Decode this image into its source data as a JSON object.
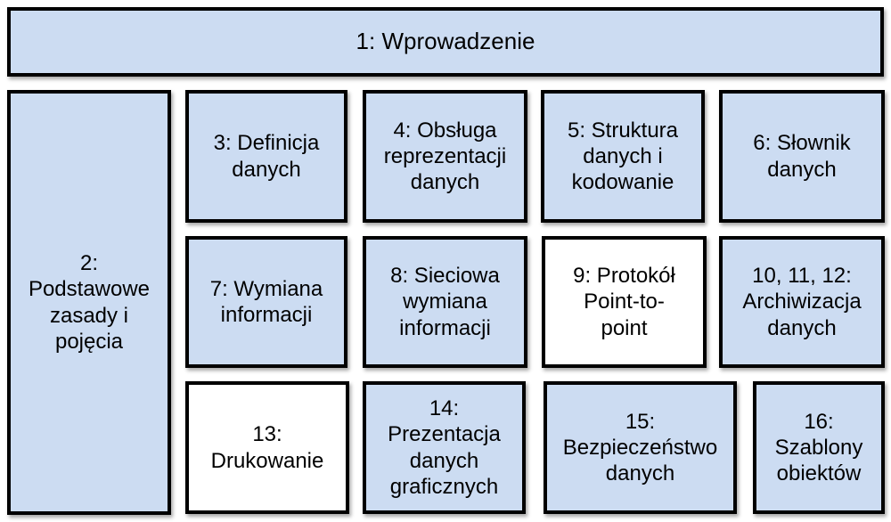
{
  "colors": {
    "box_fill_blue": "#ccdcf2",
    "box_fill_white": "#ffffff",
    "box_border": "#000000",
    "text": "#000000",
    "page_background": "#ffffff"
  },
  "diagram": {
    "boxes": {
      "b1": {
        "label": "1: Wprowadzenie",
        "variant": "blue"
      },
      "b2": {
        "label": "2: Podstawowe zasady i pojęcia",
        "variant": "blue"
      },
      "b3": {
        "label": "3: Definicja danych",
        "variant": "blue"
      },
      "b4": {
        "label": "4: Obsługa reprezentacji danych",
        "variant": "blue"
      },
      "b5": {
        "label": "5: Struktura danych i kodowanie",
        "variant": "blue"
      },
      "b6": {
        "label": "6: Słownik danych",
        "variant": "blue"
      },
      "b7": {
        "label": "7: Wymiana informacji",
        "variant": "blue"
      },
      "b8": {
        "label": "8: Sieciowa wymiana informacji",
        "variant": "blue"
      },
      "b9": {
        "label": "9: Protokół Point-to-point",
        "variant": "white"
      },
      "b10_12": {
        "label": "10, 11, 12: Archiwizacja danych",
        "variant": "blue"
      },
      "b13": {
        "label": "13: Drukowanie",
        "variant": "white"
      },
      "b14": {
        "label": "14: Prezentacja danych graficznych",
        "variant": "blue"
      },
      "b15": {
        "label": "15: Bezpieczeństwo danych",
        "variant": "blue"
      },
      "b16": {
        "label": "16: Szablony obiektów",
        "variant": "blue"
      }
    }
  }
}
